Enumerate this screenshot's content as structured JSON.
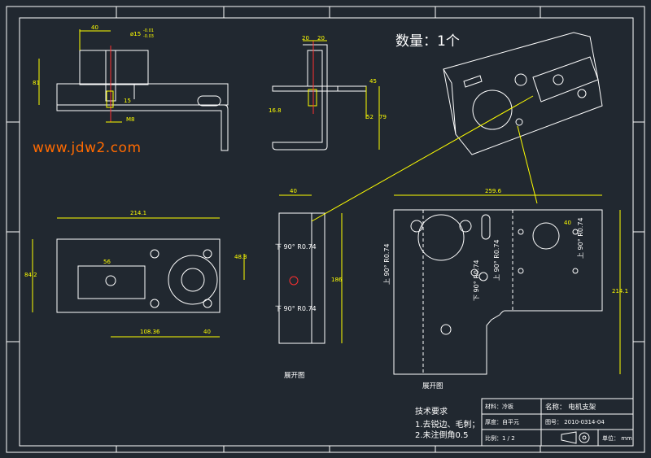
{
  "watermark": "www.jdw2.com",
  "quantity_label": "数量：1个",
  "views": {
    "unfold_label_1": "展开图",
    "unfold_label_2": "展开图"
  },
  "dims": {
    "front_top": "40",
    "front_tol": "ø15",
    "front_tol_up": "-0.01",
    "front_tol_dn": "-0.03",
    "front_h": "81",
    "front_15": "15",
    "front_m8": "M8",
    "side_20a": "20",
    "side_20b": "20",
    "side_45": "45",
    "side_52": "52",
    "side_79": "79",
    "side_16": "16.8",
    "top_w": "214.1",
    "top_h": "84.2",
    "top_56": "56",
    "top_483": "48.3",
    "top_10836": "108.36",
    "top_40": "40",
    "mid_w": "40",
    "mid_h": "186",
    "bend_1": "下  90° R0.74",
    "bend_2": "下  90° R0.74",
    "right_w": "259.6",
    "right_h": "214.1",
    "right_40": "40",
    "bend_r1": "上  90° R0.74",
    "bend_r2": "下  90° R0.74",
    "bend_r3": "上  90° R0.74",
    "bend_r4": "上  90° R0.74"
  },
  "tech": {
    "title": "技术要求",
    "line1": "1.去锐边、毛刺；",
    "line2": "2.未注倒角0.5"
  },
  "title_block": {
    "material": "材料：冷板",
    "thickness": "厚度：自平元",
    "scale": "比例：1 / 2",
    "name": "名称：  电机支架",
    "drawing_no": "图号：  2010-0314-04",
    "unit": "单位：  mm"
  }
}
